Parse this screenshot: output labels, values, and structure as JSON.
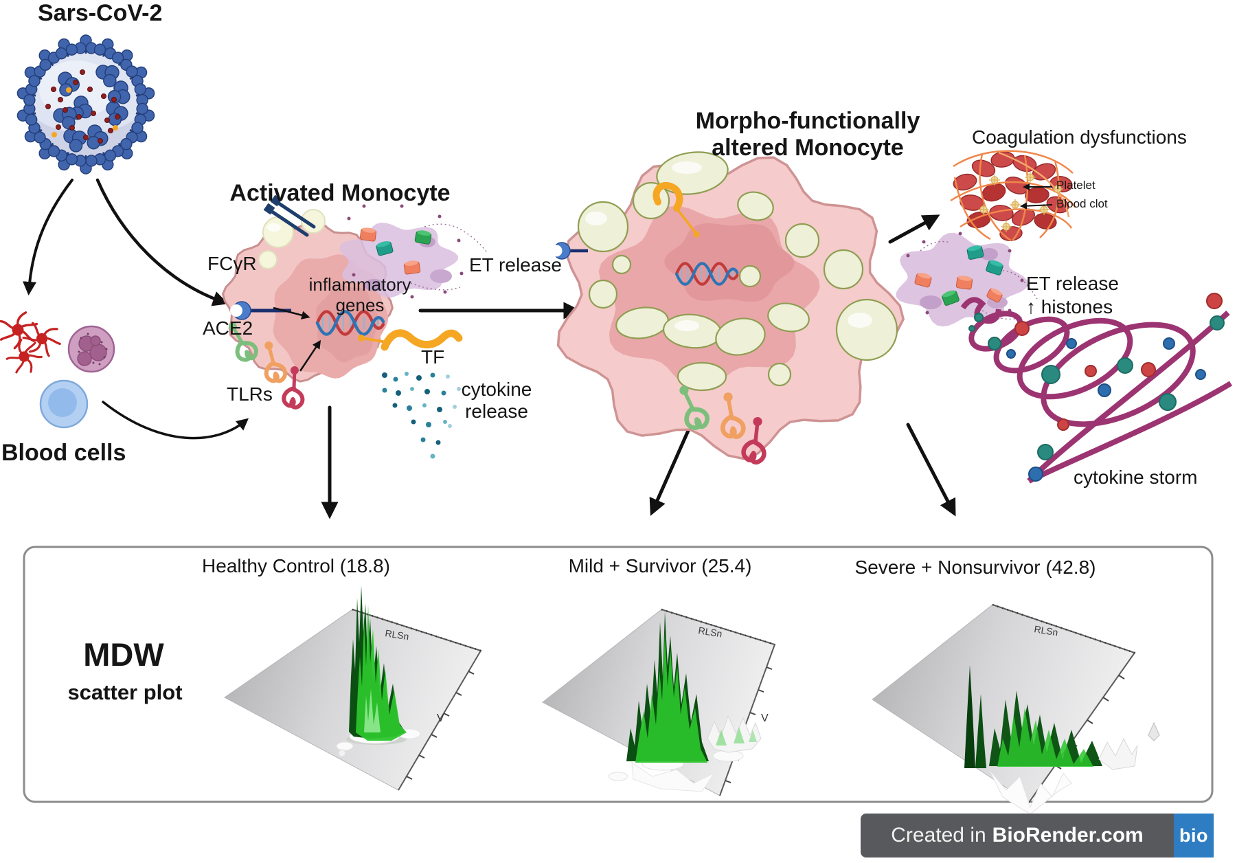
{
  "virus": {
    "title": "Sars-CoV-2"
  },
  "blood_cells": {
    "label": "Blood cells"
  },
  "activated_monocyte": {
    "title": "Activated Monocyte",
    "fcgr": "FCγR",
    "ace2": "ACE2",
    "tlrs": "TLRs",
    "inflammatory_line1": "inflammatory",
    "inflammatory_line2": "genes",
    "et_release": "ET release",
    "tf": "TF",
    "cytokine_line1": "cytokine",
    "cytokine_line2": "release"
  },
  "altered_monocyte": {
    "title_line1": "Morpho-functionally",
    "title_line2": "altered Monocyte"
  },
  "coagulation": {
    "title": "Coagulation dysfunctions",
    "platelet": "Platelet",
    "blood_clot": "Blood clot"
  },
  "storm": {
    "et_release": "ET release",
    "histones": "↑ histones",
    "cytokine_storm": "cytokine storm"
  },
  "mdw_panel": {
    "title": "MDW",
    "subtitle": "scatter plot",
    "plots": [
      {
        "label": "Healthy Control (18.8)",
        "mdw": 18.8,
        "axis_label": "RLSn",
        "axis_label2": "V"
      },
      {
        "label": "Mild + Survivor (25.4)",
        "mdw": 25.4,
        "axis_label": "RLSn",
        "axis_label2": "V"
      },
      {
        "label": "Severe + Nonsurvivor (42.8)",
        "mdw": 42.8,
        "axis_label": "RLSn",
        "axis_label2": ""
      }
    ]
  },
  "banner": {
    "created_in": "Created in",
    "brand": "BioRender.com",
    "logo": "bio"
  },
  "chart_data": {
    "type": "table",
    "title": "MDW scatter plot",
    "categories": [
      "Healthy Control",
      "Mild + Survivor",
      "Severe + Nonsurvivor"
    ],
    "values": [
      18.8,
      25.4,
      42.8
    ],
    "value_label": "MDW"
  },
  "colors": {
    "brand_blue": "#2e7dc2",
    "banner_gray": "#58595c",
    "peak_green": "#2cc52c",
    "storm_magenta": "#9c3472",
    "monocyte_pink": "#f3c6c6",
    "tf_orange": "#f5a623"
  }
}
